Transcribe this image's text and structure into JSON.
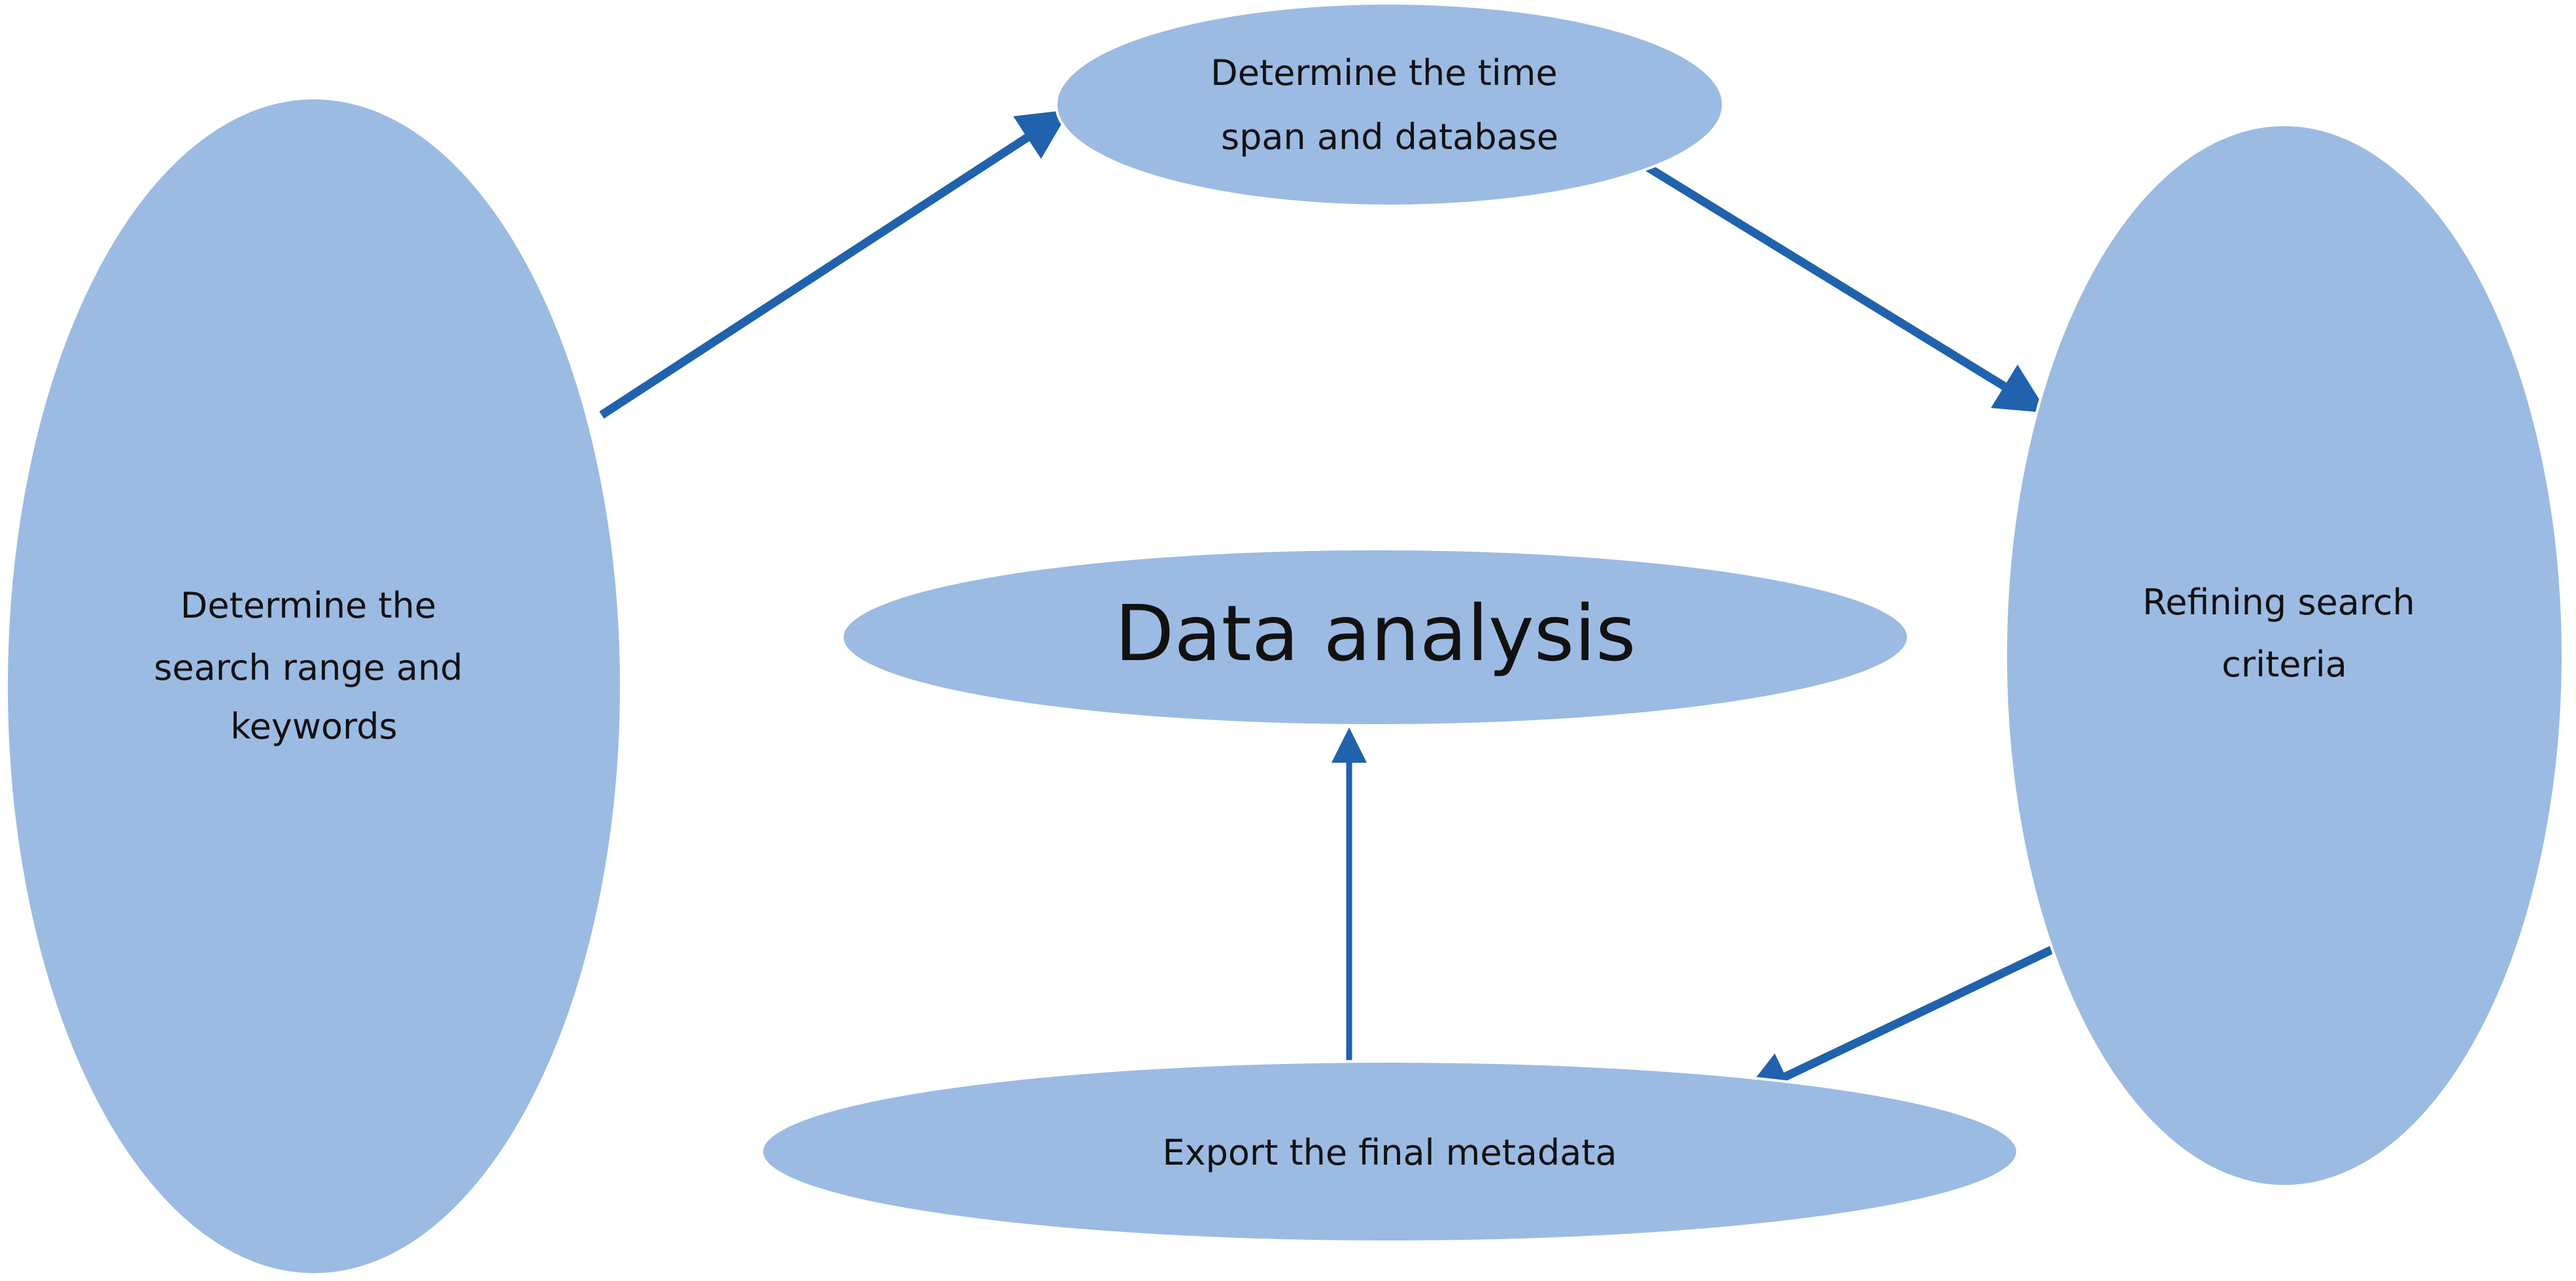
{
  "colors": {
    "node_fill": "#9bbbe3",
    "arrow": "#2062ad",
    "text": "#111111",
    "background": "#ffffff"
  },
  "nodes": {
    "search_range": {
      "lines": [
        "Determine the",
        "search range and",
        "keywords"
      ]
    },
    "time_span": {
      "lines": [
        "Determine the time",
        "span and database"
      ]
    },
    "refining": {
      "lines": [
        "Refining search",
        "criteria"
      ]
    },
    "data_analysis": {
      "lines": [
        "Data analysis"
      ]
    },
    "export": {
      "lines": [
        "Export the final metadata"
      ]
    }
  },
  "edges": [
    {
      "from": "search_range",
      "to": "time_span"
    },
    {
      "from": "time_span",
      "to": "refining"
    },
    {
      "from": "refining",
      "to": "export"
    },
    {
      "from": "export",
      "to": "data_analysis"
    }
  ]
}
